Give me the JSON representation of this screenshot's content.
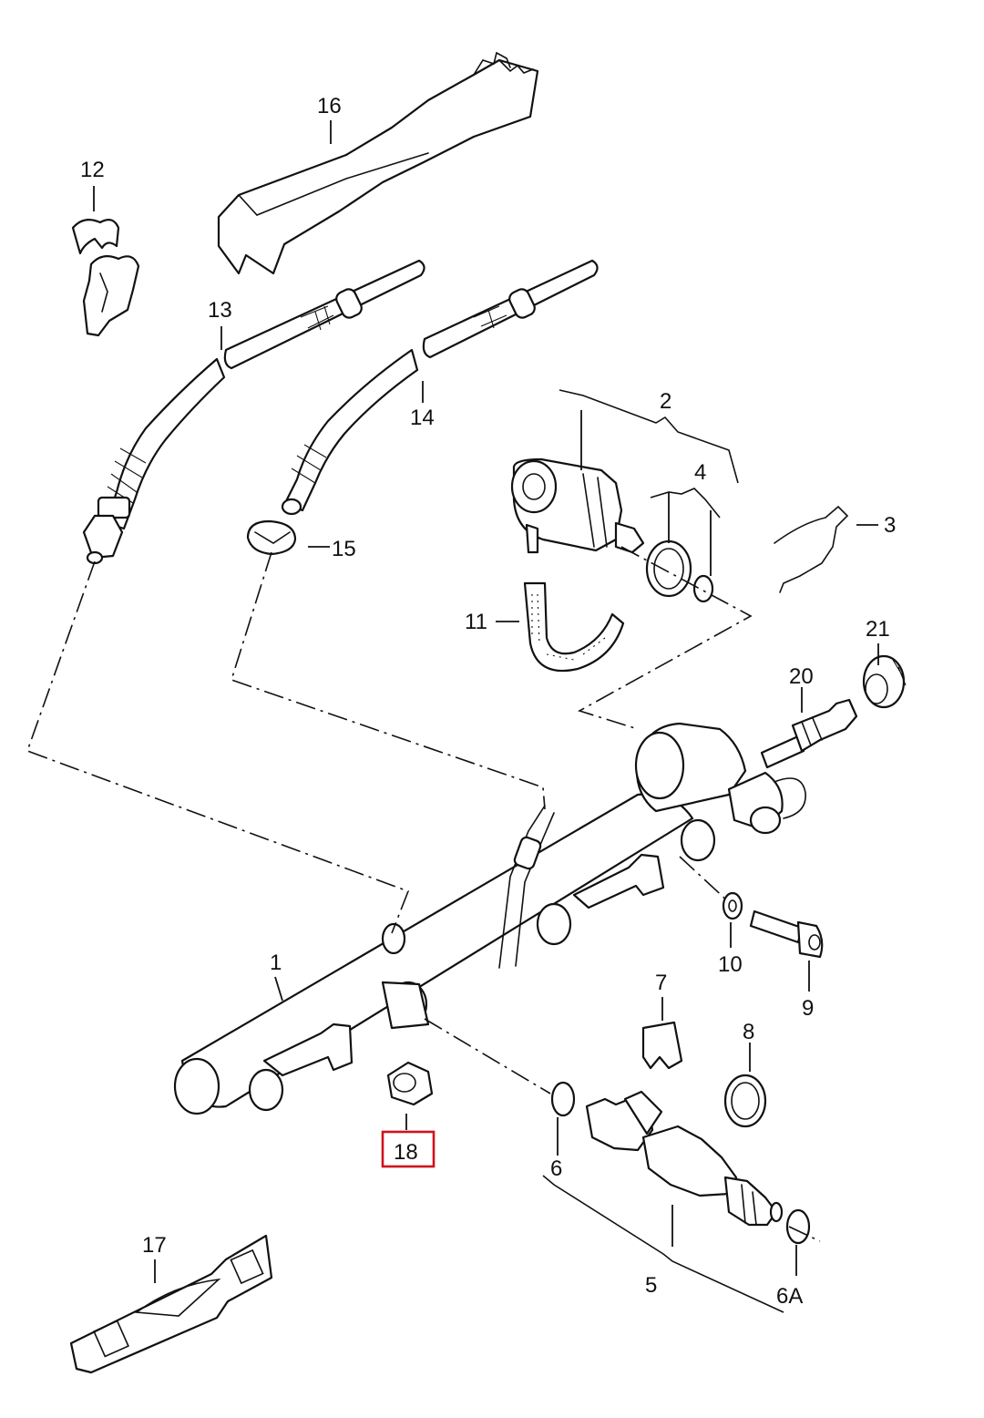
{
  "callouts": {
    "c1": "1",
    "c2": "2",
    "c3": "3",
    "c4": "4",
    "c5": "5",
    "c6": "6",
    "c6a": "6A",
    "c7": "7",
    "c8": "8",
    "c9": "9",
    "c10": "10",
    "c11": "11",
    "c12": "12",
    "c13": "13",
    "c14": "14",
    "c15": "15",
    "c16": "16",
    "c17": "17",
    "c18": "18",
    "c20": "20",
    "c21": "21"
  },
  "highlight": {
    "callout": "18",
    "color": "#d0121b"
  }
}
